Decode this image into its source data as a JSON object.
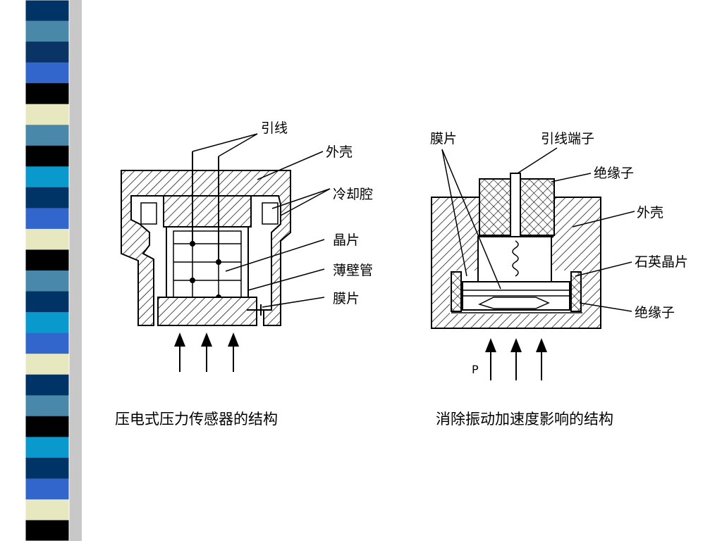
{
  "colors": {
    "stripes": [
      "#003366",
      "#4a88aa",
      "#0a3366",
      "#3366cc",
      "#000000",
      "#e8e8c0",
      "#4a88aa",
      "#000000",
      "#0a99cc",
      "#003366",
      "#3366cc",
      "#e8e8c0",
      "#000000",
      "#4a88aa",
      "#003366",
      "#0a99cc",
      "#3366cc",
      "#e8e8c0",
      "#003366",
      "#4a88aa",
      "#000000",
      "#0a99cc",
      "#003366",
      "#3366cc",
      "#e8e8c0",
      "#000000"
    ],
    "shadow": "#c8c8c8"
  },
  "left_diagram": {
    "labels": {
      "lead_wire": "引线",
      "housing": "外壳",
      "cooling_cavity": "冷却腔",
      "crystal": "晶片",
      "thin_wall_tube": "薄壁管",
      "diaphragm": "膜片"
    },
    "caption": "压电式压力传感器的结构"
  },
  "right_diagram": {
    "labels": {
      "diaphragm": "膜片",
      "lead_terminal": "引线端子",
      "insulator_top": "绝缘子",
      "housing": "外壳",
      "quartz_crystal": "石英晶片",
      "insulator_bottom": "绝缘子",
      "pressure": "P"
    },
    "caption": "消除振动加速度影响的结构"
  }
}
